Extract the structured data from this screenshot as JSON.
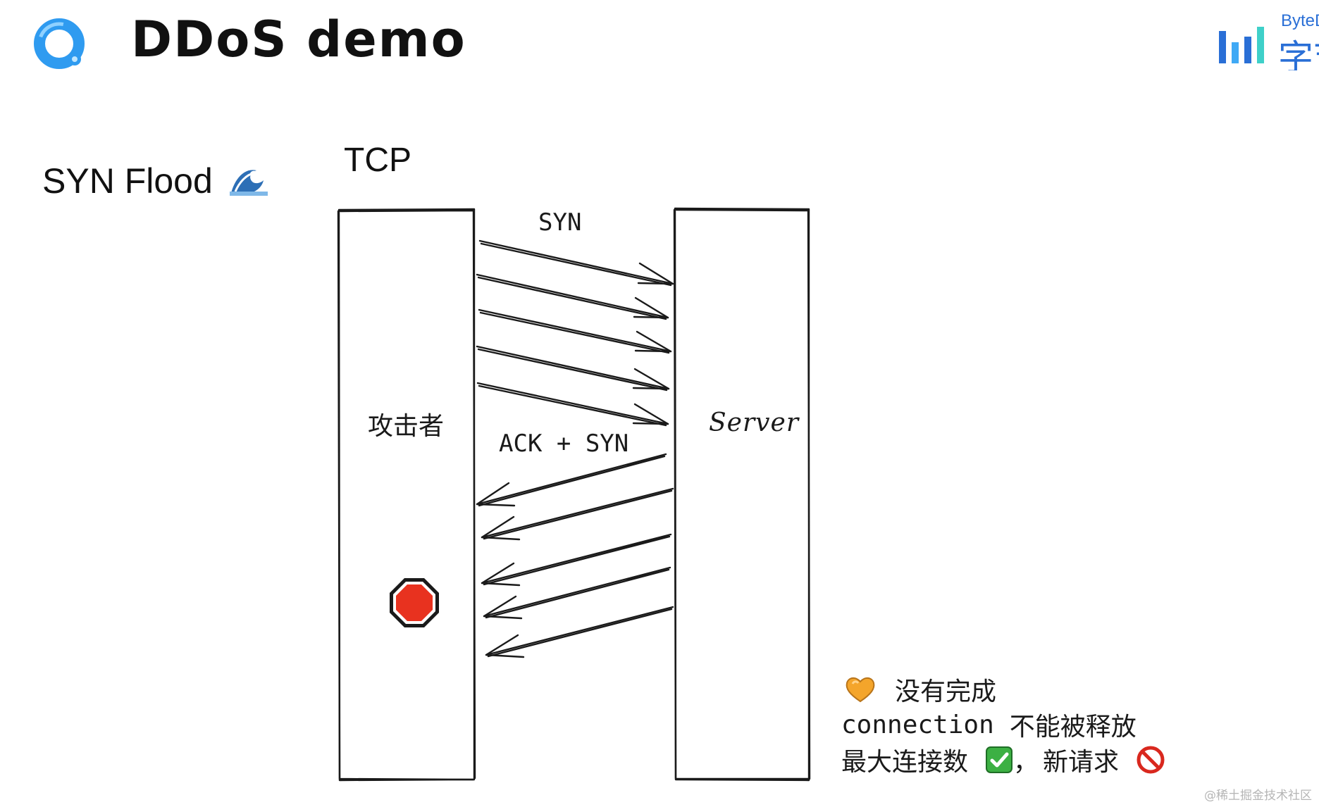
{
  "header": {
    "title": "DDoS demo",
    "brand_name": "ByteD",
    "brand_cn": "字节"
  },
  "slide": {
    "section_title": "SYN Flood",
    "protocol_label": "TCP"
  },
  "diagram": {
    "attacker_label": "攻击者",
    "server_label": "Server",
    "request_label": "SYN",
    "response_label": "ACK + SYN"
  },
  "notes": {
    "line1": "没有完成",
    "line2_code": "connection",
    "line2_text": "不能被释放",
    "line3_a": "最大连接数",
    "line3_sep": "，",
    "line3_b": "新请求"
  },
  "watermark": "@稀土掘金技术社区",
  "colors": {
    "logo_blue": "#2f9bf0",
    "brand_blue": "#2a6fd6",
    "stop_red": "#e8321f",
    "check_green": "#3cb043",
    "prohibited_red": "#d9281e",
    "heart_orange": "#f4a52b"
  },
  "icons": {
    "logo": "ring-logo-icon",
    "wave": "wave-icon",
    "stop": "stop-sign-icon",
    "heart": "orange-heart-icon",
    "check": "check-mark-icon",
    "prohibited": "prohibited-icon"
  }
}
